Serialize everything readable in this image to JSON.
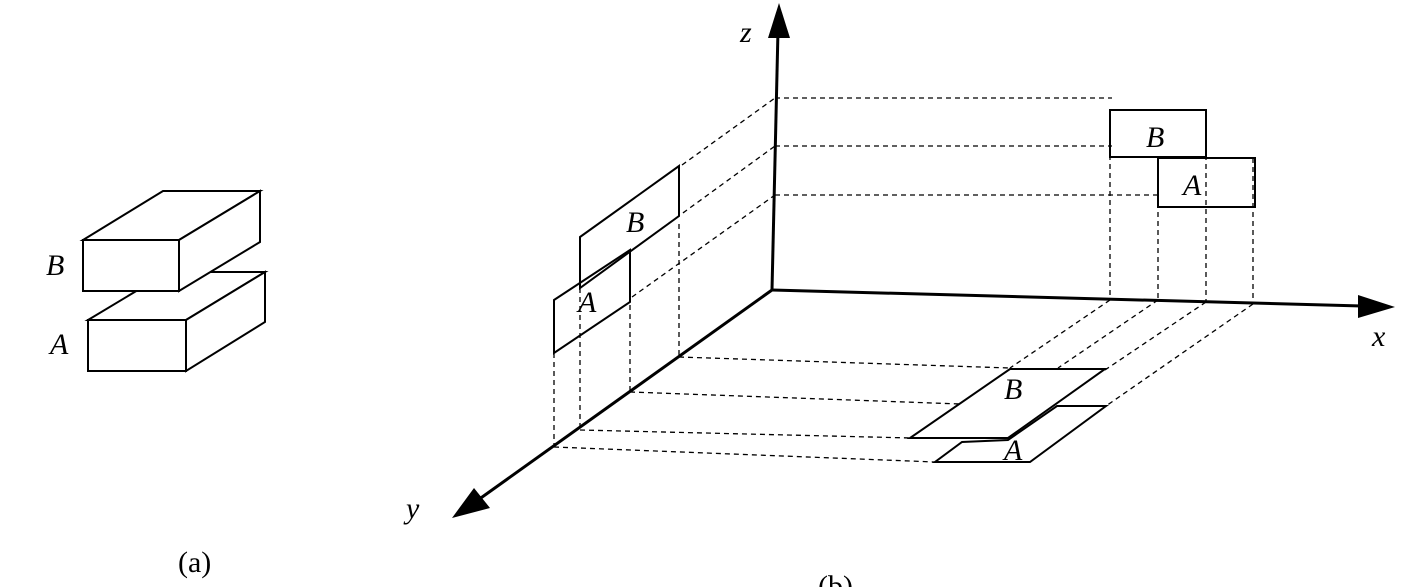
{
  "panel_a": {
    "label_b": "B",
    "label_a": "A",
    "caption": "(a)"
  },
  "panel_b": {
    "axis_x": "x",
    "axis_y": "y",
    "axis_z": "z",
    "yz_projection": {
      "label_b": "B",
      "label_a": "A"
    },
    "xz_projection": {
      "label_b": "B",
      "label_a": "A"
    },
    "xy_projection": {
      "label_b": "B",
      "label_a": "A"
    },
    "caption": "(b)"
  }
}
